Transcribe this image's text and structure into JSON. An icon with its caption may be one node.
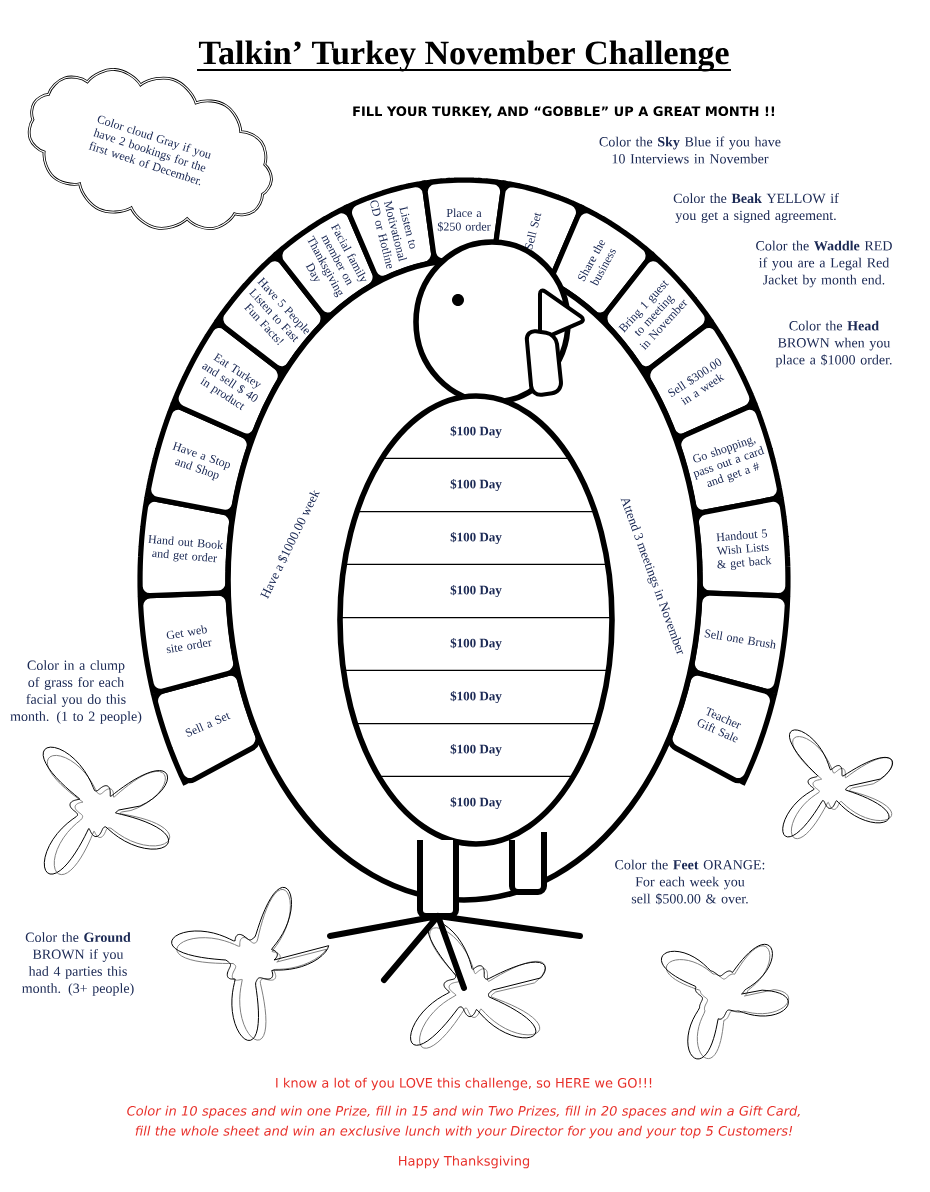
{
  "diagram": {
    "title": "Talkin’ Turkey November Challenge",
    "nodes": [
      {
        "text": [
          "Color cloud Gray if you have 2 bookings for the first week of December."
        ]
      },
      {
        "text": [
          "Sell a Set"
        ]
      },
      {
        "text": [
          "Get web site order"
        ]
      },
      {
        "text": [
          "Hand out Book and get order"
        ]
      },
      {
        "text": [
          "Have a Stop and Shop"
        ]
      },
      {
        "text": [
          "Eat Turkey and sell $ 40 in product"
        ]
      },
      {
        "text": [
          "Have 5 People Listen to Fast Fun Facts!"
        ]
      },
      {
        "text": [
          "Facial family member on Thanksgiving Day"
        ]
      },
      {
        "text": [
          "Listen to Motivational CD or Hotline"
        ]
      },
      {
        "text": [
          "Place a $250 order"
        ]
      },
      {
        "text": [
          "Sell Set"
        ]
      },
      {
        "text": [
          "Share the business"
        ]
      },
      {
        "text": [
          "Bring 1 guest to meeting in November"
        ]
      },
      {
        "text": [
          "Sell $300.00 in a week"
        ]
      },
      {
        "text": [
          "Go shopping, pass out a card and get a #"
        ]
      },
      {
        "text": [
          "Handout 5 Wish Lists & get back"
        ]
      },
      {
        "text": [
          "Sell one Brush"
        ]
      },
      {
        "text": [
          "Teacher Gift Sale"
        ]
      },
      {
        "text": [
          "Have a $1000.00 week"
        ]
      },
      {
        "text": [
          "Attend 3 meetings in November"
        ]
      },
      {
        "text": [
          "$100 Day"
        ]
      },
      {
        "text": [
          "$100 Day"
        ]
      },
      {
        "text": [
          "$100 Day"
        ]
      },
      {
        "text": [
          "$100 Day"
        ]
      },
      {
        "text": [
          "$100 Day"
        ]
      },
      {
        "text": [
          "$100 Day"
        ]
      },
      {
        "text": [
          "$100 Day"
        ]
      },
      {
        "text": [
          "$100 Day"
        ]
      }
    ],
    "labels": [
      "FILL YOUR TURKEY, AND “GOBBLE” UP A GREAT MONTH !!",
      "Color the **Sky** Blue if you have 10 Interviews in November",
      "Color the **Beak** YELLOW if you get a signed agreement.",
      "Color the **Waddle** RED if you are a Legal Red Jacket by month end.",
      "Color the **Head** BROWN when you place a $1000 order.",
      "Color in a clump of grass for each facial you do this month. (1 to 2 people)",
      "Color the **Feet** ORANGE: For each week you sell $500.00 & over.",
      "Color the **Ground** BROWN if you had 4 parties this month. (3+ people)",
      "I know a lot of you LOVE this challenge, so HERE we GO!!!",
      "Color in 10 spaces and win one Prize, fill in 15 and win Two Prizes, fill in 20 spaces and win a Gift Card, fill the whole sheet and win an exclusive lunch with your Director for you and your top 5 Customers!",
      "Happy Thanksgiving"
    ]
  }
}
